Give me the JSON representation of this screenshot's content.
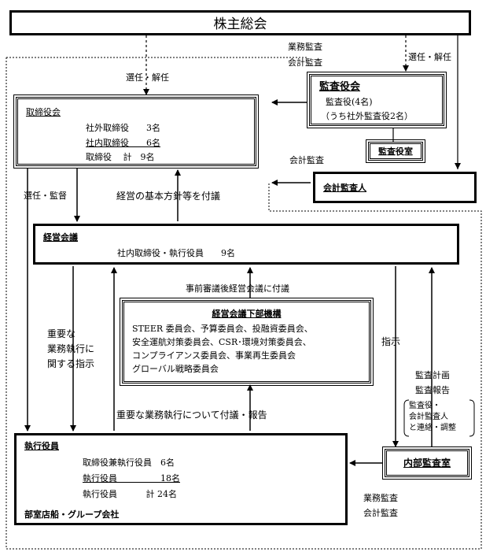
{
  "shareholders": {
    "title": "株主総会"
  },
  "labels": {
    "elect_dismiss_left": "選任・解任",
    "elect_dismiss_right": "選任・解任",
    "business_audit_top": "業務監査",
    "accounting_audit_top": "会計監査",
    "accounting_audit_mid": "会計監査",
    "elect_supervise": "選任・監督",
    "basic_policy": "経営の基本方針等を付議",
    "pre_deliberation": "事前審議後経営会議に付議",
    "important_instruction": [
      "重要な",
      "業務執行に",
      "関する指示"
    ],
    "instruction": "指示",
    "audit_plan": "監査計画",
    "audit_report": "監査報告",
    "coordination": [
      "監査役・",
      "会計監査人",
      "と連絡・調整"
    ],
    "important_report": "重要な業務執行について付議・報告",
    "business_audit_bottom": "業務監査",
    "accounting_audit_bottom": "会計監査"
  },
  "board": {
    "title": "取締役会",
    "rows": [
      "社外取締役　　3名",
      "社内取締役　　6名",
      "取締役　 計　9名"
    ]
  },
  "audit_board": {
    "title": "監査役会",
    "rows": [
      "監査役(4名)",
      "（うち社外監査役2名）"
    ]
  },
  "audit_office": {
    "title": "監査役室"
  },
  "accounting_auditor": {
    "title": "会計監査人"
  },
  "management_meeting": {
    "title": "経営会議",
    "row": "社内取締役・執行役員　　9名"
  },
  "sub_committee": {
    "title": "経営会議下部機構",
    "rows": [
      "STEER 委員会、予算委員会、投融資委員会、",
      "安全運航対策委員会、CSR･環境対策委員会、",
      "コンプライアンス委員会、事業再生委員会",
      "グローバル戦略委員会"
    ]
  },
  "executives": {
    "title": "執行役員",
    "rows": [
      "取締役兼執行役員　6名",
      "執行役員　　　　　18名",
      "執行役員　　　 計 24名"
    ],
    "footer": "部室店船・グループ会社"
  },
  "internal_audit": {
    "title": "内部監査室"
  }
}
